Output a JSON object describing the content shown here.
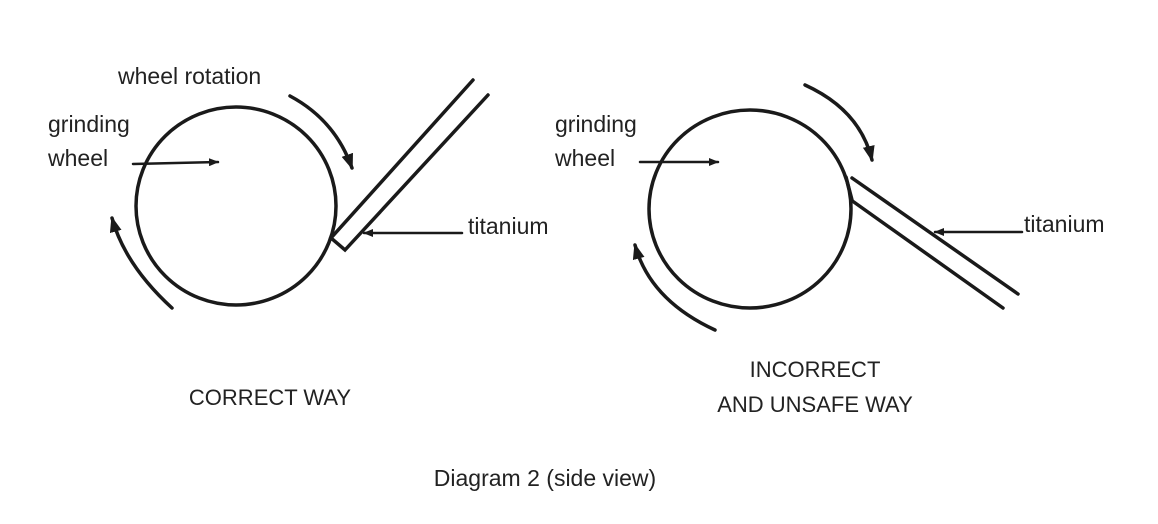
{
  "correct": {
    "rotation_label": "wheel rotation",
    "wheel_label_1": "grinding",
    "wheel_label_2": "wheel",
    "material_label": "titanium",
    "caption": "CORRECT WAY"
  },
  "incorrect": {
    "wheel_label_1": "grinding",
    "wheel_label_2": "wheel",
    "material_label": "titanium",
    "caption_1": "INCORRECT",
    "caption_2": "AND UNSAFE WAY"
  },
  "title": "Diagram 2 (side view)",
  "colors": {
    "ink": "#1a1a1a",
    "background": "#ffffff"
  }
}
